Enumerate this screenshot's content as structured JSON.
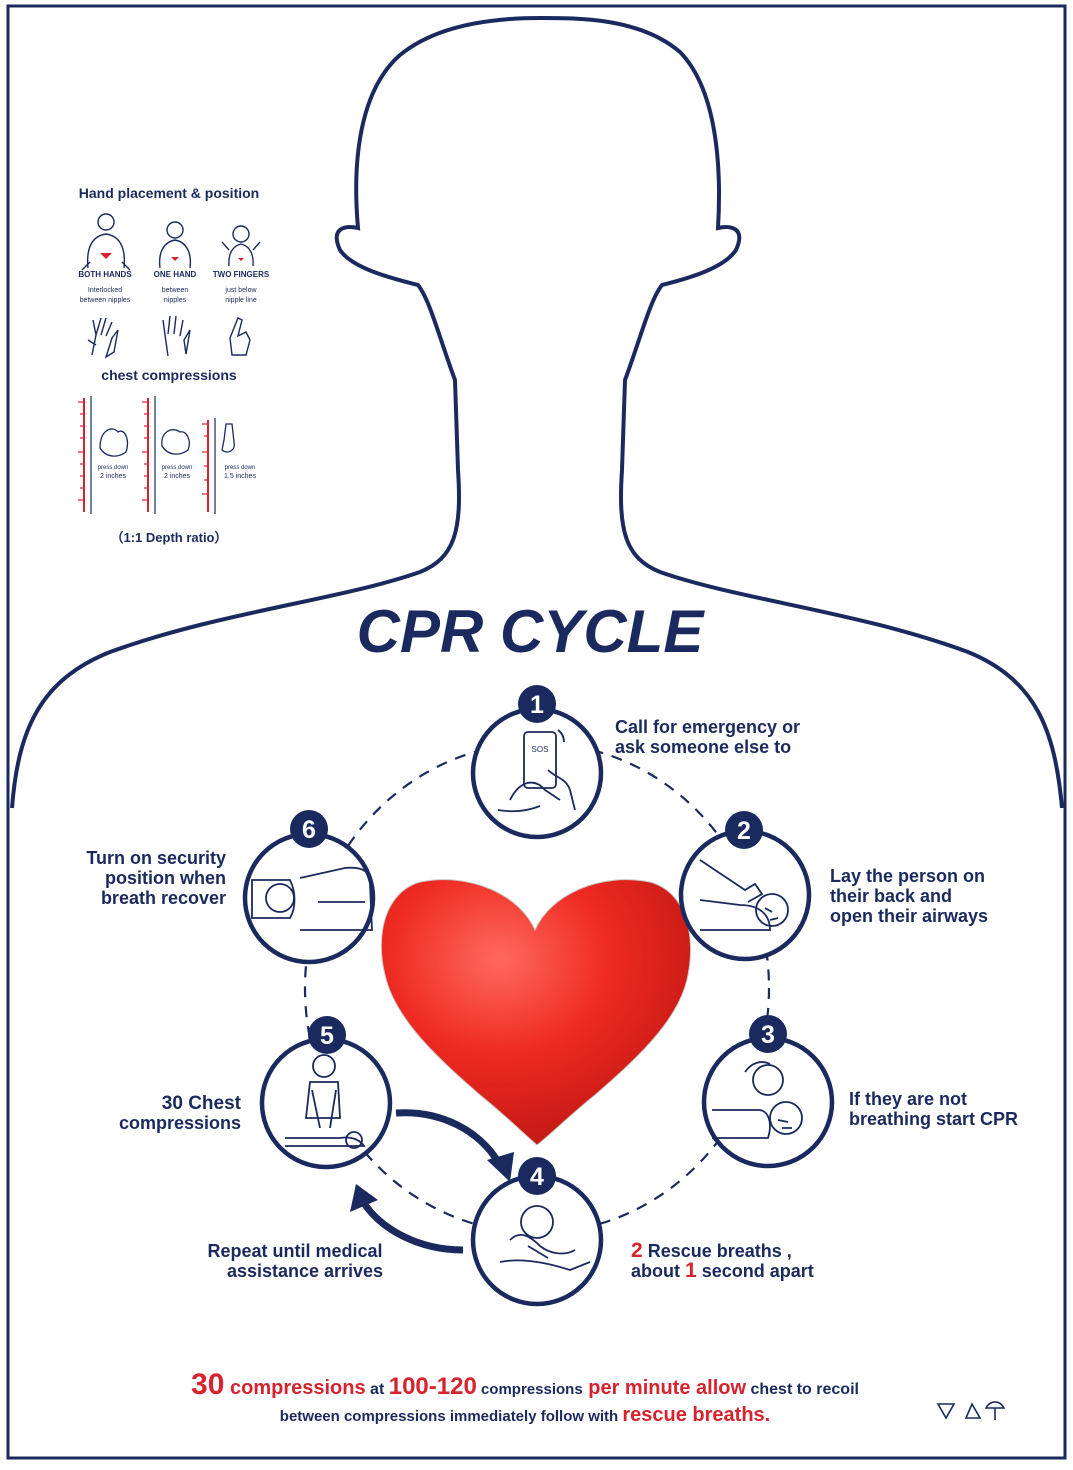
{
  "title": "CPR CYCLE",
  "hand_placement": {
    "heading": "Hand placement & position",
    "columns": [
      {
        "name": "BOTH HANDS",
        "line1": "Interlocked",
        "line2": "between nipples"
      },
      {
        "name": "ONE HAND",
        "line1": "between",
        "line2": "nipples"
      },
      {
        "name": "TWO FINGERS",
        "line1": "just below",
        "line2": "nipple line"
      }
    ]
  },
  "compressions": {
    "heading": "chest compressions",
    "gauges": [
      {
        "line1": "press down",
        "line2": "2 inches"
      },
      {
        "line1": "press down",
        "line2": "2 inches"
      },
      {
        "line1": "press down",
        "line2": "1.5 inches"
      }
    ],
    "ratio": "（1:1 Depth ratio）"
  },
  "steps": [
    {
      "num": "1",
      "lines": [
        "Call for emergency or",
        "ask someone else to"
      ]
    },
    {
      "num": "2",
      "lines": [
        "Lay the person on",
        "their back and",
        "open their airways"
      ]
    },
    {
      "num": "3",
      "lines": [
        "If they are not",
        "breathing start CPR"
      ]
    },
    {
      "num": "4",
      "line1_num": "2",
      "line1_text": " Rescue breaths ,",
      "line2_pre": "about ",
      "line2_num": "1",
      "line2_post": " second apart"
    },
    {
      "num": "5",
      "line1_num": "30",
      "line1_text": " Chest",
      "line2": "compressions"
    },
    {
      "num": "6",
      "lines": [
        "Turn on security",
        "position when",
        "breath recover"
      ]
    }
  ],
  "repeat_text": [
    "Repeat until medical",
    "assistance arrives"
  ],
  "sos_label": "SOS",
  "footer": {
    "line1": [
      {
        "t": "30",
        "c": "red",
        "s": 30
      },
      {
        "t": " compressions",
        "c": "red",
        "s": 20
      },
      {
        "t": " at ",
        "c": "navy",
        "s": 16
      },
      {
        "t": "100-120",
        "c": "red",
        "s": 24
      },
      {
        "t": " compressions",
        "c": "navy",
        "s": 15
      },
      {
        "t": " per minute allow",
        "c": "red",
        "s": 20
      },
      {
        "t": " chest to recoil",
        "c": "navy",
        "s": 16
      }
    ],
    "line2": [
      {
        "t": "between compressions immediately follow with ",
        "c": "navy",
        "s": 15
      },
      {
        "t": "rescue breaths.",
        "c": "red",
        "s": 20
      }
    ]
  },
  "colors": {
    "navy": "#1b2a5e",
    "red": "#d6232e",
    "heart": "#e8241f",
    "silhouette": "#1b2a5e"
  },
  "icons": [
    "silhouette-outline",
    "heart-shape",
    "phone-sos-icon",
    "airway-tilt-icon",
    "breath-check-icon",
    "rescue-breath-icon",
    "compression-icon",
    "recovery-position-icon",
    "recycle-icon"
  ]
}
